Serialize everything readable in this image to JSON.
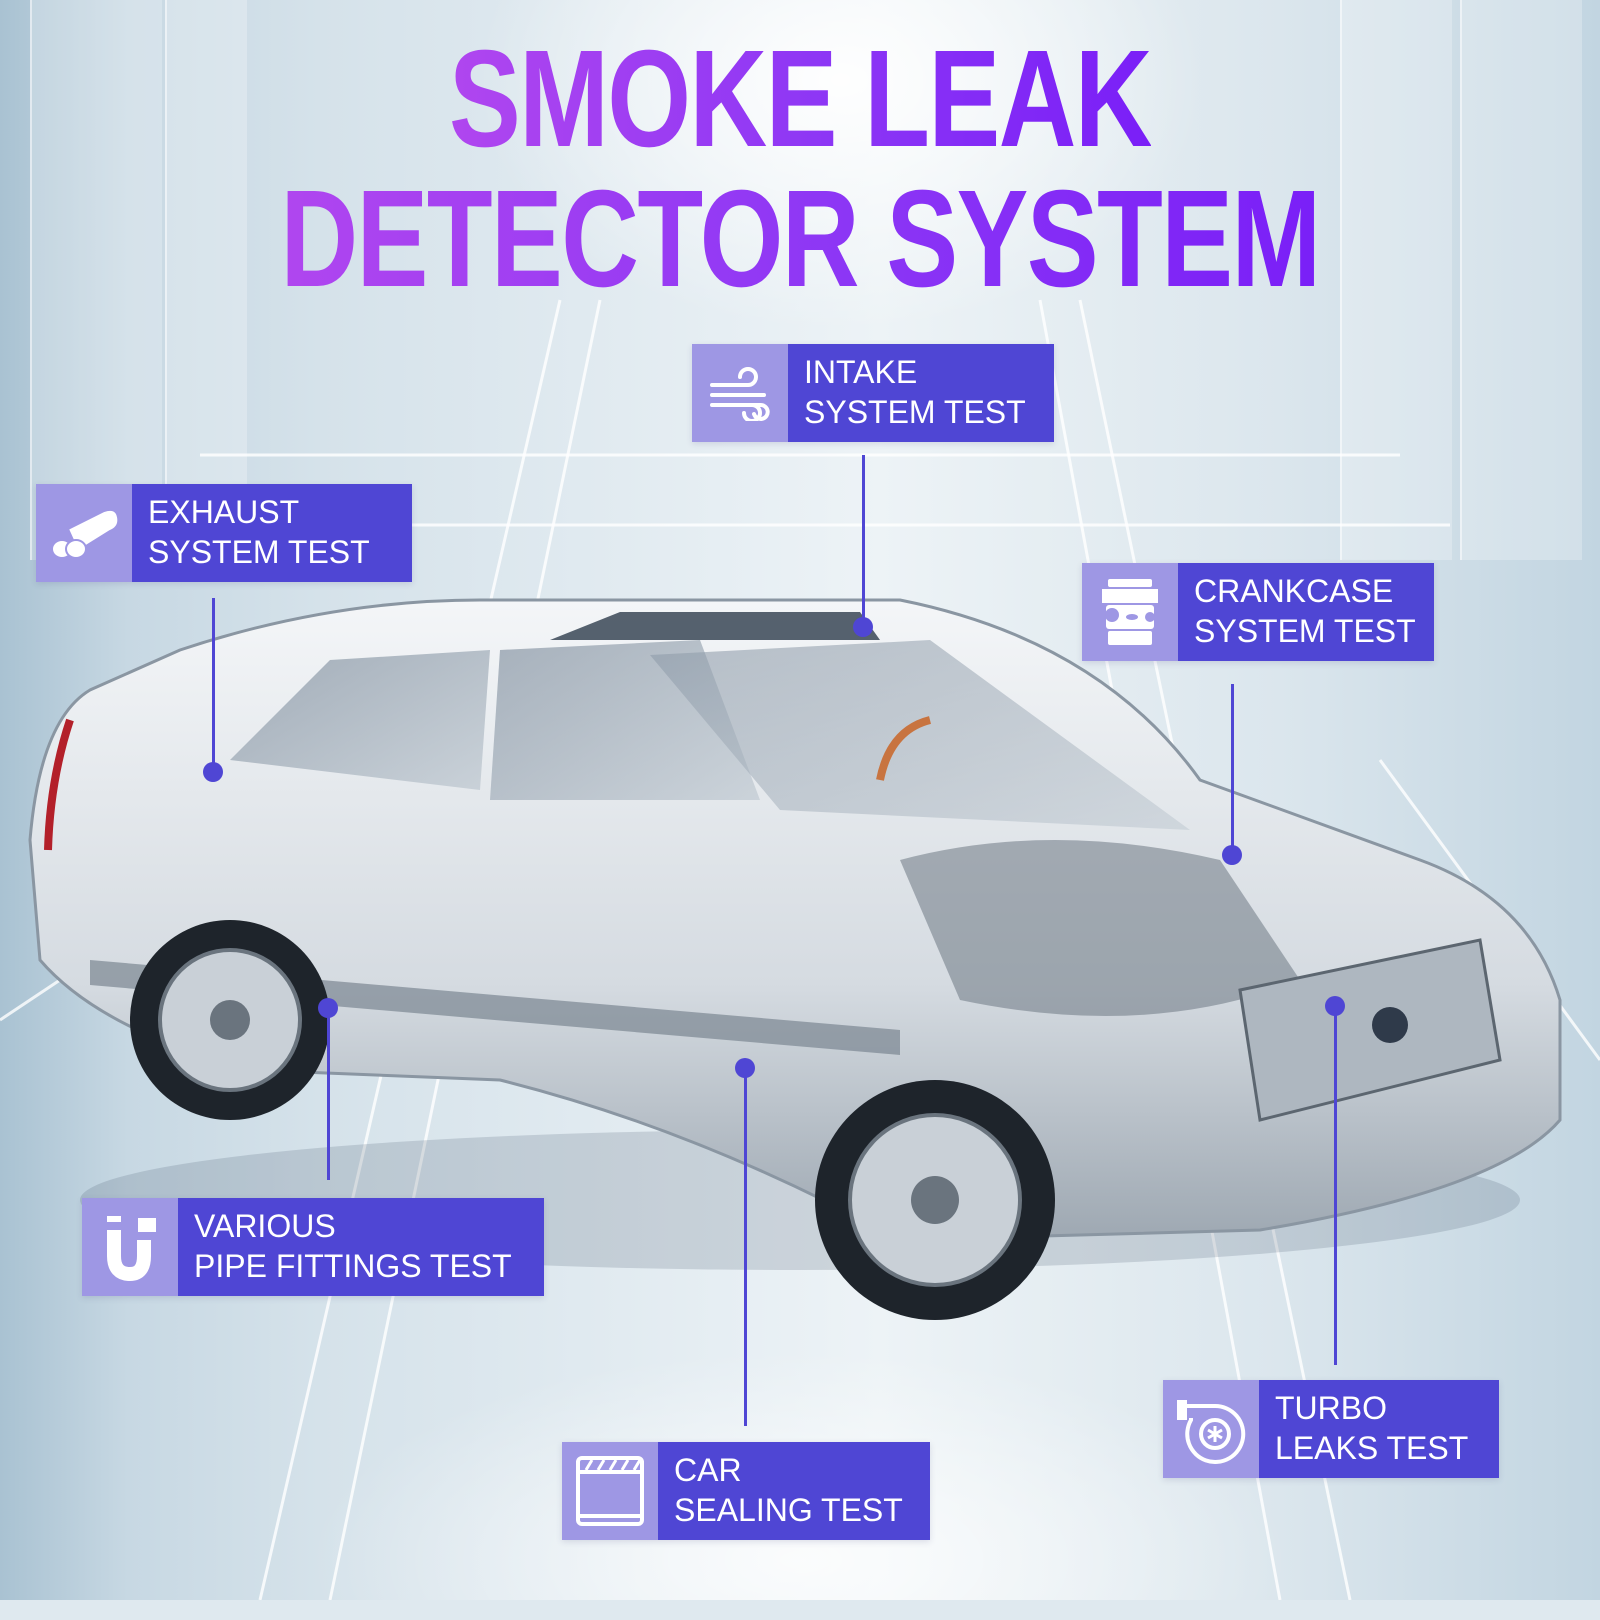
{
  "title": {
    "line1": "SMOKE LEAK",
    "line2": "DETECTOR SYSTEM"
  },
  "colors": {
    "title_gradient_start": "#b046ef",
    "title_gradient_end": "#7a1ff7",
    "label_bg": "#4f46d4",
    "icon_bg": "#9e97e4",
    "label_text": "#ffffff",
    "background": "#dfe9ef"
  },
  "callouts": [
    {
      "id": "intake",
      "icon": "wind-icon",
      "line1": "INTAKE",
      "line2": "SYSTEM TEST"
    },
    {
      "id": "exhaust",
      "icon": "muffler-icon",
      "line1": "EXHAUST",
      "line2": "SYSTEM TEST"
    },
    {
      "id": "crankcase",
      "icon": "engine-icon",
      "line1": "CRANKCASE",
      "line2": "SYSTEM TEST"
    },
    {
      "id": "pipe",
      "icon": "pipe-fitting-icon",
      "line1": "VARIOUS",
      "line2": "PIPE FITTINGS TEST"
    },
    {
      "id": "sealing",
      "icon": "window-seal-icon",
      "line1": "CAR",
      "line2": "SEALING TEST"
    },
    {
      "id": "turbo",
      "icon": "turbo-icon",
      "line1": "TURBO",
      "line2": "LEAKS TEST"
    }
  ],
  "image": {
    "subject": "transparent cutaway sedan showing interior, engine and exhaust"
  }
}
